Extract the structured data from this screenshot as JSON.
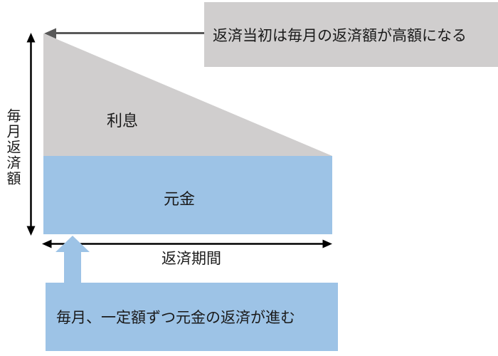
{
  "diagram": {
    "callouts": {
      "top_note": "返済当初は毎月の返済額が高額になる",
      "bottom_note": "毎月、一定額ずつ元金の返済が進む"
    },
    "areas": {
      "interest_label": "利息",
      "principal_label": "元金"
    },
    "axes": {
      "y_axis_label": "毎月返済額",
      "x_axis_label": "返済期間"
    }
  },
  "colors": {
    "gray_fill": "#d0cece",
    "blue_fill": "#9dc3e6",
    "callout_arrow_gray": "#595959",
    "axis_arrow_black": "#000000",
    "text_color": "#1a1a1a",
    "background": "#ffffff"
  }
}
